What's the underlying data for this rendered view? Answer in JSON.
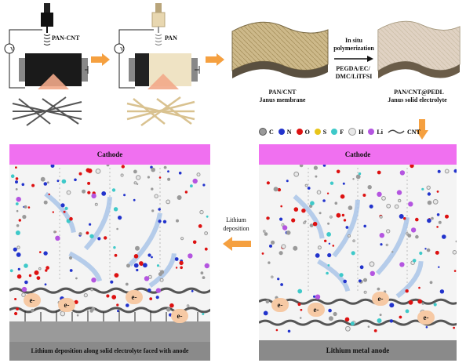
{
  "step1": {
    "electrode_label": "PAN-CNT",
    "voltmeter": "V"
  },
  "step2": {
    "electrode_label": "PAN",
    "voltmeter": "V"
  },
  "membrane": {
    "title": "PAN/CNT",
    "subtitle": "Janus membrane"
  },
  "polymerization": {
    "line1": "In situ",
    "line2": "polymerization",
    "line3": "PEGDA/EC/",
    "line4": "DMC/LiTFSI"
  },
  "electrolyte": {
    "title": "PAN/CNT@PEDL",
    "subtitle": "Janus solid electrolyte"
  },
  "legend": {
    "items": [
      {
        "symbol": "C",
        "color": "#9a9a9a"
      },
      {
        "symbol": "N",
        "color": "#2233cc"
      },
      {
        "symbol": "O",
        "color": "#dd1111"
      },
      {
        "symbol": "S",
        "color": "#e8c51a"
      },
      {
        "symbol": "F",
        "color": "#3ec9c9"
      },
      {
        "symbol": "H",
        "color": "#e8e8e8"
      },
      {
        "symbol": "Li",
        "color": "#b455e0"
      }
    ],
    "cnt_label": "CNT"
  },
  "left_panel": {
    "top": "Cathode",
    "bottom": "Lithium deposition along solid electrolyte faced  with anode",
    "electrons": [
      "e-",
      "e-",
      "e-",
      "e-"
    ]
  },
  "right_panel": {
    "top": "Cathode",
    "bottom": "Lithium metal anode",
    "electrons": [
      "e-",
      "e-",
      "e-",
      "e-"
    ]
  },
  "middle": {
    "line1": "Lithium",
    "line2": "deposition"
  },
  "colors": {
    "cathode": "#f070f0",
    "arrow": "#f5a040",
    "anode": "#8a8a8a",
    "flow": "#a9c4e8"
  }
}
